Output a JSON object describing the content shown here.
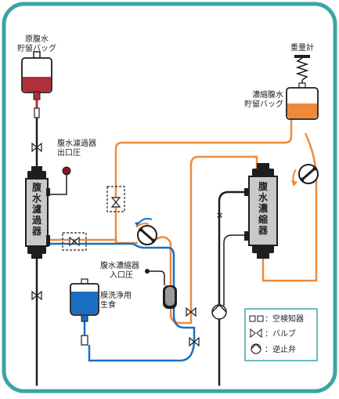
{
  "diagram": {
    "frame_color": "#3aa6a2",
    "colors": {
      "orange": "#ef8a3a",
      "blue": "#1a6fc4",
      "black": "#1e1e1e",
      "ascites": "#b0303a",
      "concentrated": "#ef8a3a",
      "wash": "#1a6fc4",
      "filter_body": "#c9c9c9"
    },
    "labels": {
      "orig_bag": [
        "原腹水",
        "貯留バッグ"
      ],
      "filter_outlet_pressure": [
        "腹水濾過器",
        "出口圧"
      ],
      "filter": [
        "腹",
        "水",
        "濾",
        "過",
        "器"
      ],
      "concentrator": [
        "腹",
        "水",
        "濃",
        "縮",
        "器"
      ],
      "concentrator_inlet_pressure": [
        "腹水濃縮器",
        "入口圧"
      ],
      "wash_solution": [
        "膜洗浄用",
        "生食"
      ],
      "scale": "重量計",
      "conc_bag": [
        "濃縮腹水",
        "貯留バッグ"
      ]
    },
    "legend": {
      "items": [
        {
          "symbol": "air-detector",
          "label": "：空検知器"
        },
        {
          "symbol": "valve",
          "label": "：バルブ"
        },
        {
          "symbol": "check-valve",
          "label": "：逆止弁"
        }
      ]
    }
  }
}
